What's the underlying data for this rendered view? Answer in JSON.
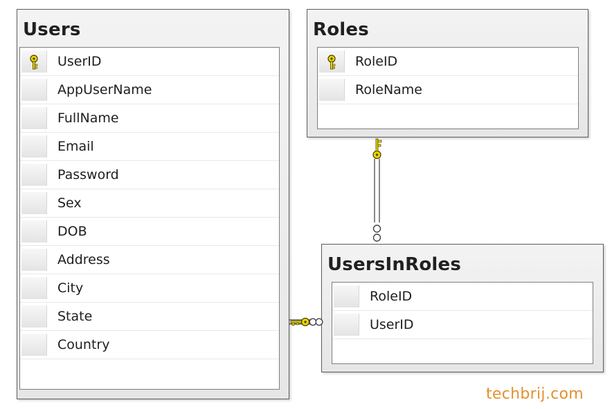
{
  "diagram": {
    "tables": {
      "users": {
        "title": "Users",
        "columns": [
          "UserID",
          "AppUserName",
          "FullName",
          "Email",
          "Password",
          "Sex",
          "DOB",
          "Address",
          "City",
          "State",
          "Country"
        ],
        "primary_key": "UserID"
      },
      "roles": {
        "title": "Roles",
        "columns": [
          "RoleID",
          "RoleName"
        ],
        "primary_key": "RoleID"
      },
      "usersinroles": {
        "title": "UsersInRoles",
        "columns": [
          "RoleID",
          "UserID"
        ]
      }
    },
    "relationships": [
      {
        "from": "Roles",
        "to": "UsersInRoles",
        "one_end": "key",
        "many_end": "infinity"
      },
      {
        "from": "Users",
        "to": "UsersInRoles",
        "one_end": "key",
        "many_end": "infinity"
      }
    ],
    "colors": {
      "key_fill": "#e8d600",
      "key_stroke": "#4a4000",
      "watermark": "#e4912f"
    }
  },
  "watermark": "techbrij.com"
}
